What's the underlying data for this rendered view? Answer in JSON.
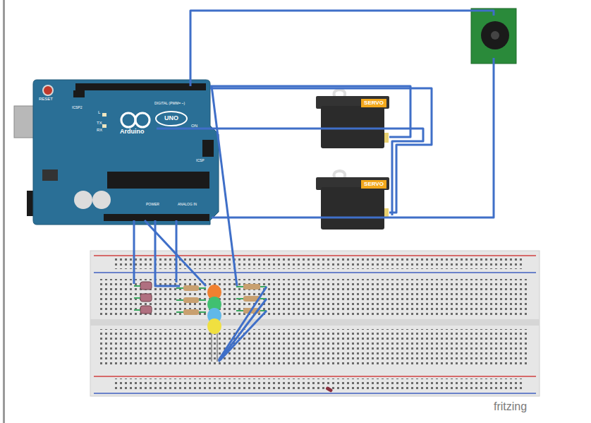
{
  "diagram": {
    "nodes": [
      {
        "text": [
          "RESET",
          "ICSP2",
          "L",
          "TX",
          "RX",
          "DIGITAL (PWM= ~)",
          "UNO",
          "Arduino",
          "ON",
          "ICSP",
          "POWER",
          "ANALOG IN"
        ]
      },
      {
        "text": [
          "SERVO"
        ]
      },
      {
        "text": [
          "SERVO"
        ]
      }
    ],
    "edges": [
      {
        "from": 0,
        "to": 1,
        "arrow": "none"
      },
      {
        "from": 0,
        "to": 2,
        "arrow": "none"
      }
    ],
    "labels": [
      "fritzing"
    ]
  }
}
